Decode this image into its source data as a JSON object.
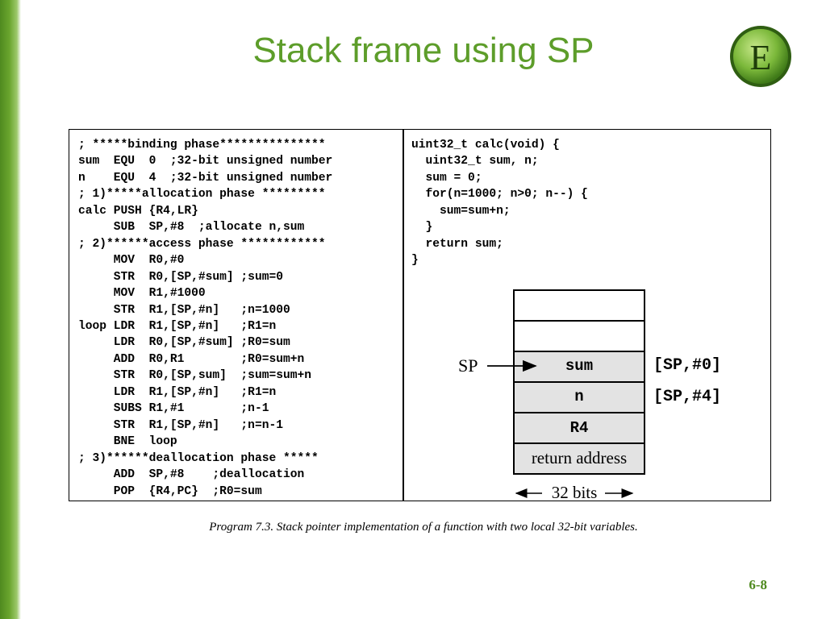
{
  "slide": {
    "title": "Stack frame using SP",
    "logo_letter": "E",
    "caption": "Program 7.3. Stack pointer implementation of  a function with two local 32-bit variables.",
    "slide_number": "6-8"
  },
  "code": {
    "assembly": "; *****binding phase***************\nsum  EQU  0  ;32-bit unsigned number\nn    EQU  4  ;32-bit unsigned number\n; 1)*****allocation phase *********\ncalc PUSH {R4,LR}\n     SUB  SP,#8  ;allocate n,sum\n; 2)******access phase ************\n     MOV  R0,#0\n     STR  R0,[SP,#sum] ;sum=0\n     MOV  R1,#1000\n     STR  R1,[SP,#n]   ;n=1000\nloop LDR  R1,[SP,#n]   ;R1=n\n     LDR  R0,[SP,#sum] ;R0=sum\n     ADD  R0,R1        ;R0=sum+n\n     STR  R0,[SP,sum]  ;sum=sum+n\n     LDR  R1,[SP,#n]   ;R1=n\n     SUBS R1,#1        ;n-1\n     STR  R1,[SP,#n]   ;n=n-1\n     BNE  loop\n; 3)******deallocation phase *****\n     ADD  SP,#8    ;deallocation\n     POP  {R4,PC}  ;R0=sum",
    "c_source": "uint32_t calc(void) {\n  uint32_t sum, n;\n  sum = 0;\n  for(n=1000; n>0; n--) {\n    sum=sum+n;\n  }\n  return sum;\n}"
  },
  "stack": {
    "cells": [
      "",
      "",
      "sum",
      "n",
      "R4",
      "return address"
    ],
    "sp_label": "SP",
    "offset_sum": "[SP,#0]",
    "offset_n": "[SP,#4]",
    "width_label": "32 bits"
  },
  "colors": {
    "title_green": "#5d9d2a",
    "bar_green": "#4f8a1f",
    "cell_gray": "#e3e3e3"
  }
}
